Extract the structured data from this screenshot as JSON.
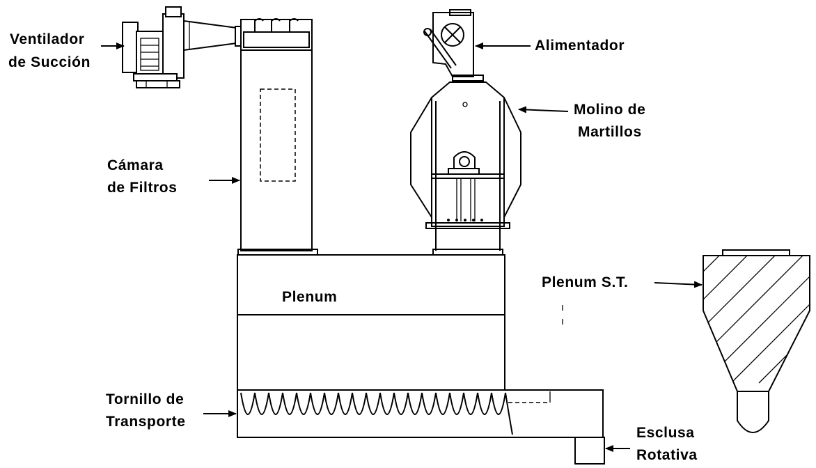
{
  "labels": {
    "fan_line1": "Ventilador",
    "fan_line2": "de Succión",
    "feeder": "Alimentador",
    "mill_line1": "Molino de",
    "mill_line2": "Martillos",
    "filter_line1": "Cámara",
    "filter_line2": "de Filtros",
    "plenum": "Plenum",
    "plenum_st": "Plenum S.T.",
    "screw_line1": "Tornillo de",
    "screw_line2": "Transporte",
    "valve_line1": "Esclusa",
    "valve_line2": "Rotativa"
  },
  "colors": {
    "line": "#000000",
    "background": "#ffffff"
  }
}
